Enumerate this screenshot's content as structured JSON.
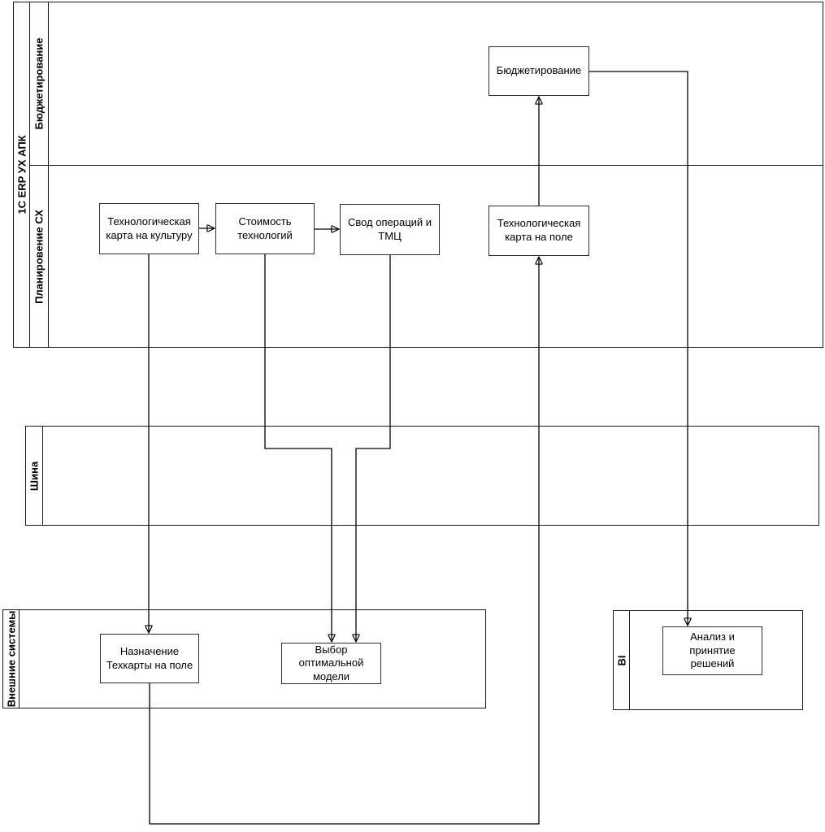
{
  "diagram": {
    "colors": {
      "stroke": "#000000",
      "box_border": "#2d2d2d",
      "box_fill": "#ffffff",
      "background": "#ffffff"
    },
    "pools": {
      "erp": {
        "title": "1С ERP УХ АПК",
        "lanes": [
          {
            "label": "Бюджетирование"
          },
          {
            "label": "Планировение СХ"
          }
        ]
      },
      "bus": {
        "title": "Шина"
      },
      "external": {
        "title": "Внешние системы"
      },
      "bi": {
        "title": "BI"
      }
    },
    "nodes": {
      "budgeting": {
        "label": "Бюджетирование"
      },
      "tech_map_culture": {
        "label": "Технологическая карта на культуру"
      },
      "tech_cost": {
        "label": "Стоимость технологий"
      },
      "operations_summary": {
        "label": "Свод операций и ТМЦ"
      },
      "tech_map_field": {
        "label": "Технологическая карта на поле"
      },
      "assign_tech_map": {
        "label": "Назначение Техкарты на поле"
      },
      "optimal_model": {
        "label": "Выбор оптимальной модели"
      },
      "analysis_decisions": {
        "label": "Анализ и принятие решений"
      }
    },
    "edges": [
      {
        "from": "tech_map_culture",
        "to": "tech_cost"
      },
      {
        "from": "tech_cost",
        "to": "operations_summary"
      },
      {
        "from": "tech_map_culture",
        "to": "assign_tech_map"
      },
      {
        "from": "tech_cost",
        "to": "optimal_model"
      },
      {
        "from": "operations_summary",
        "to": "optimal_model"
      },
      {
        "from": "tech_map_field",
        "to": "budgeting"
      },
      {
        "from": "budgeting",
        "to": "analysis_decisions"
      },
      {
        "from": "assign_tech_map",
        "to": "tech_map_field"
      }
    ]
  }
}
